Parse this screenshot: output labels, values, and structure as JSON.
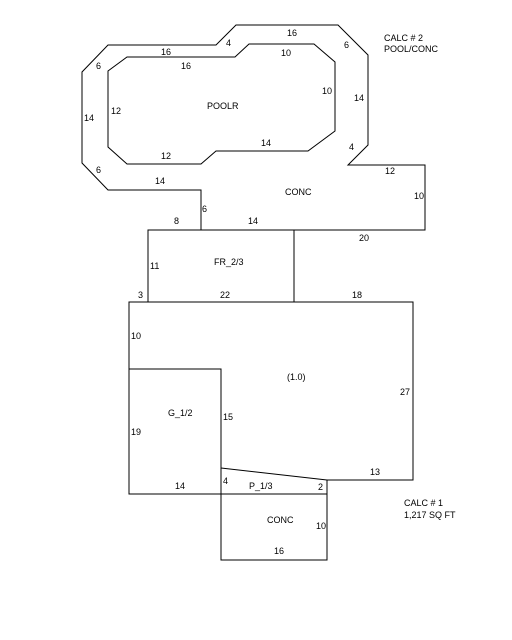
{
  "calc2": {
    "line1": "CALC # 2",
    "line2": "POOL/CONC"
  },
  "calc1": {
    "line1": "CALC # 1",
    "line2": "1,217 SQ FT"
  },
  "areas": {
    "pool": "POOLR",
    "deck": "CONC",
    "fr": "FR_2/3",
    "main": "(1.0)",
    "garage": "G_1/2",
    "porch": "P_1/3",
    "porch_conc": "CONC"
  },
  "dims": {
    "pool": {
      "top_left": "16",
      "top_right": "10",
      "right": "10",
      "bottom_right": "14",
      "bottom": "12",
      "left": "12"
    },
    "deck": {
      "top_a": "16",
      "top_b": "16",
      "top_c": "4",
      "top_left": "6",
      "left": "14",
      "left_low": "6",
      "right_top": "6",
      "right": "14",
      "right_low": "4",
      "ext_top": "12",
      "ext_right": "10",
      "bottom": "14",
      "step_down": "6",
      "step_left": "8",
      "bottom_right": "20"
    },
    "fr": {
      "left": "11",
      "left_low": "3",
      "bottom": "22"
    },
    "main": {
      "top_right": "18",
      "left": "10",
      "right": "27",
      "bottom_right": "13"
    },
    "garage": {
      "left": "19",
      "right": "15",
      "bottom": "14"
    },
    "porch": {
      "left": "4",
      "right": "2"
    },
    "porch_conc": {
      "right": "10",
      "bottom": "16"
    }
  }
}
